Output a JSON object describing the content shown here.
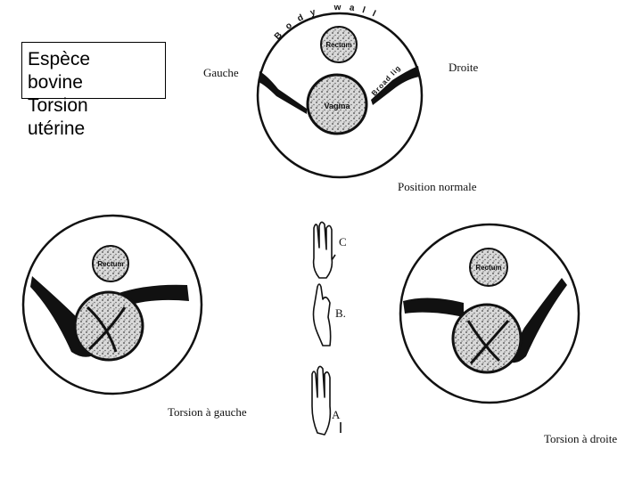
{
  "title": {
    "line1": "Espèce",
    "line2": "bovine",
    "line3": "Torsion",
    "line4": "utérine"
  },
  "diagram_normal": {
    "left_label": "Gauche",
    "right_label": "Droite",
    "caption": "Position normale",
    "body_wall_label": "Body wall",
    "rectum_label": "Rectum",
    "vagina_label": "Vagina",
    "ligament_label": "Broad lig"
  },
  "diagram_left": {
    "caption": "Torsion à gauche",
    "rectum_label": "Rectum"
  },
  "diagram_right": {
    "caption": "Torsion à droite",
    "rectum_label": "Rectum"
  },
  "hands": {
    "label_c": "C",
    "label_b": "B.",
    "label_a": "A"
  },
  "colors": {
    "ink": "#111111",
    "organ_fill": "#d6d6d6",
    "background": "#ffffff"
  }
}
